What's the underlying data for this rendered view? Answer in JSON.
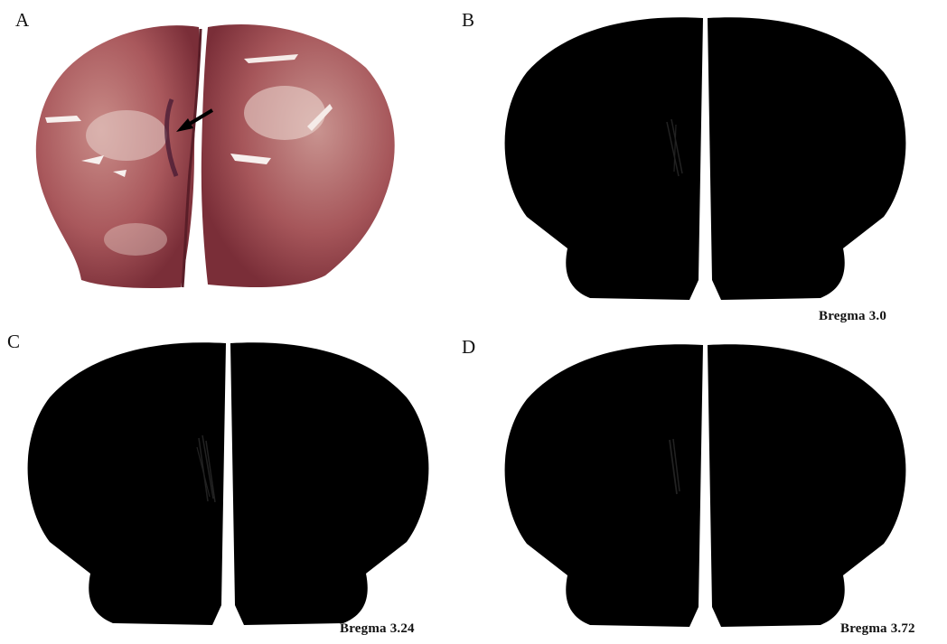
{
  "panels": {
    "a": {
      "label": "A"
    },
    "b": {
      "label": "B",
      "caption": "Bregma 3.0"
    },
    "c": {
      "label": "C",
      "caption": "Bregma 3.24"
    },
    "d": {
      "label": "D",
      "caption": "Bregma 3.72"
    }
  },
  "colors": {
    "tissue": "#a9585c",
    "tissue_dark": "#7a2e38",
    "highlight": "#f2e6e2",
    "atlas_line": "#555555",
    "track": "#222222"
  },
  "icons": {
    "arrow": "arrow-pointer-icon"
  }
}
